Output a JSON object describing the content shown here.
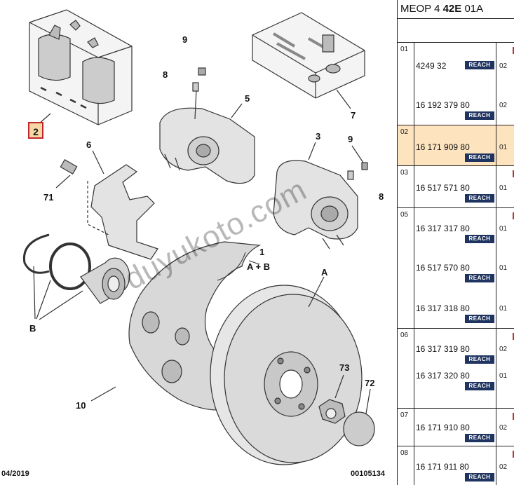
{
  "diagram": {
    "callouts": [
      "2",
      "9",
      "8",
      "5",
      "7",
      "6",
      "71",
      "3",
      "9",
      "8",
      "1",
      "A + B",
      "B",
      "A",
      "10",
      "73",
      "72"
    ],
    "highlighted_ref": "2",
    "footer_left": "04/2019",
    "footer_right": "00105134",
    "watermark": "duyukoto.com"
  },
  "table": {
    "title_prefix": "MEOP 4 ",
    "title_bold": "42E",
    "title_suffix": " 01A",
    "reach_label": "REACH",
    "groups": [
      {
        "num": "01",
        "items": [
          {
            "pn": "4249 32",
            "qty": "02"
          },
          {
            "pn": "16 192 379 80",
            "qty": "02"
          }
        ]
      },
      {
        "num": "02",
        "items": [
          {
            "pn": "16 171 909 80",
            "qty": "01"
          }
        ]
      },
      {
        "num": "03",
        "items": [
          {
            "pn": "16 517 571 80",
            "qty": "01"
          }
        ]
      },
      {
        "num": "05",
        "items": [
          {
            "pn": "16 317 317 80",
            "qty": "01"
          },
          {
            "pn": "16 517 570 80",
            "qty": "01"
          },
          {
            "pn": "16 317 318 80",
            "qty": "01"
          }
        ]
      },
      {
        "num": "06",
        "items": [
          {
            "pn": "16 317 319 80",
            "qty": "02"
          },
          {
            "pn": "16 317 320 80",
            "qty": "01"
          }
        ]
      },
      {
        "num": "07",
        "items": [
          {
            "pn": "16 171 910 80",
            "qty": "02"
          }
        ]
      },
      {
        "num": "08",
        "items": [
          {
            "pn": "16 171 911 80",
            "qty": "02"
          }
        ]
      }
    ]
  }
}
